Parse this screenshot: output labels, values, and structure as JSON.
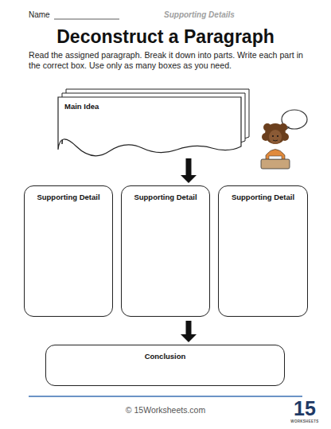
{
  "diagram": {
    "title": "Deconstruct a Paragraph",
    "nodes": [
      {
        "text": [
          "Main Idea"
        ]
      },
      {
        "text": [
          "Supporting Detail"
        ]
      },
      {
        "text": [
          "Supporting Detail"
        ]
      },
      {
        "text": [
          "Supporting Detail"
        ]
      },
      {
        "text": [
          "Conclusion"
        ]
      }
    ],
    "edges": [
      {
        "from": 0,
        "to": 2,
        "arrow": "to"
      },
      {
        "from": 2,
        "to": 4,
        "arrow": "to"
      }
    ],
    "labels": [
      "Name",
      "Supporting Details",
      "Read the assigned paragraph. Break it down into parts. Write each part in the correct box. Use only as many boxes as you need.",
      "© 15Worksheets.com",
      "15",
      "WORKSHEETS"
    ]
  }
}
